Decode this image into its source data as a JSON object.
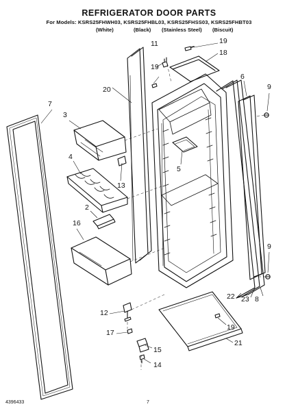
{
  "header": {
    "title": "REFRIGERATOR DOOR PARTS",
    "models_line": "For Models: KSRS25FHWH03, KSRS25FHBL03, KSRS25FHSS03, KSRS25FHBT03",
    "variants": [
      "(White)",
      "(Black)",
      "(Stainless Steel)",
      "(Biscuit)"
    ]
  },
  "footer": {
    "part_number": "4396433",
    "page": "7"
  },
  "callouts": {
    "c2": "2",
    "c3": "3",
    "c4": "4",
    "c5": "5",
    "c6": "6",
    "c7": "7",
    "c8": "8",
    "c9a": "9",
    "c9b": "9",
    "c11": "11",
    "c12": "12",
    "c13": "13",
    "c14": "14",
    "c15": "15",
    "c16": "16",
    "c17": "17",
    "c18": "18",
    "c19a": "19",
    "c19b": "19",
    "c19c": "19",
    "c20": "20",
    "c21": "21",
    "c22": "22",
    "c23": "23"
  }
}
